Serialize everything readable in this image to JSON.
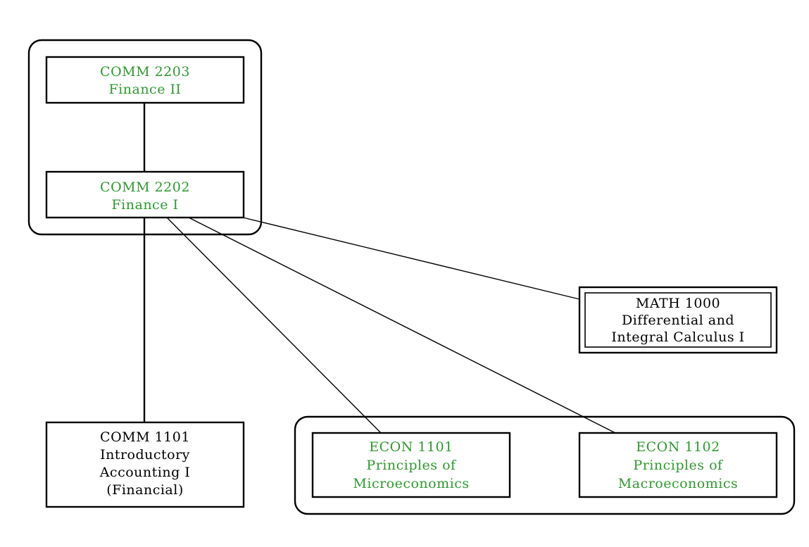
{
  "colors": {
    "completed": "#2e9a2e",
    "pending": "#000000"
  },
  "courses": {
    "comm2203": {
      "code": "COMM 2203",
      "title": "Finance II",
      "status": "completed"
    },
    "comm2202": {
      "code": "COMM 2202",
      "title": "Finance I",
      "status": "completed"
    },
    "math1000": {
      "code": "MATH 1000",
      "line2": "Differential and",
      "line3": "Integral Calculus I",
      "status": "pending"
    },
    "comm1101": {
      "code": "COMM 1101",
      "line2": "Introductory",
      "line3": "Accounting I",
      "line4": "(Financial)",
      "status": "pending"
    },
    "econ1101": {
      "code": "ECON 1101",
      "line2": "Principles of",
      "line3": "Microeconomics",
      "status": "completed"
    },
    "econ1102": {
      "code": "ECON 1102",
      "line2": "Principles of",
      "line3": "Macroeconomics",
      "status": "completed"
    }
  },
  "prerequisites": [
    {
      "from": "comm2202",
      "to": "comm2203"
    },
    {
      "from": "comm1101",
      "to": "comm2202"
    },
    {
      "from": "math1000",
      "to": "comm2202"
    },
    {
      "from": "econ1101",
      "to": "comm2202"
    },
    {
      "from": "econ1102",
      "to": "comm2202"
    }
  ]
}
